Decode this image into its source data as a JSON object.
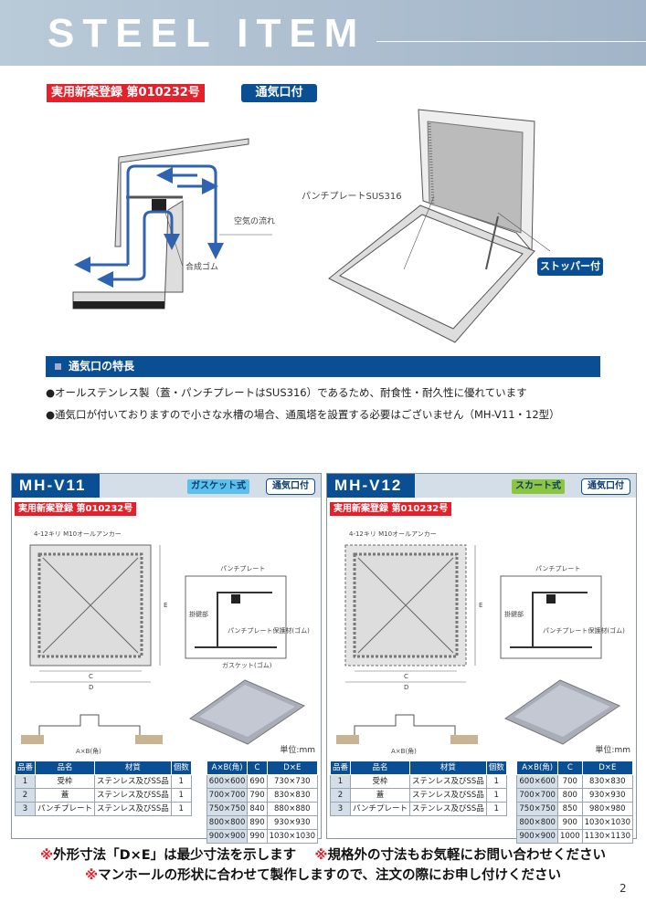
{
  "header": {
    "title": "STEEL ITEM"
  },
  "top": {
    "registration": "実用新案登録 第010232号",
    "vent_badge": "通気口付",
    "labels": {
      "punch_plate": "パンチプレートSUS316",
      "airflow": "空気の流れ",
      "rubber": "合成ゴム",
      "stopper": "ストッパー付"
    }
  },
  "features": {
    "title": "通気口の特長",
    "bullets": [
      "●オールステンレス製（蓋・パンチプレートはSUS316）であるため、耐食性・耐久性に優れています",
      "●通気口が付いておりますので小さな水槽の場合、通風塔を設置する必要はございません（MH-V11・12型）"
    ]
  },
  "products": [
    {
      "model": "MH-V11",
      "type": "ガスケット式",
      "type_color": "#5bc0eb",
      "vent": "通気口付",
      "registration": "実用新案登録 第010232号",
      "labels": {
        "anchor": "4-12キリ M10オールアンカー",
        "punch": "パンチプレート",
        "lock": "掛鍵部",
        "protect": "パンチプレート保護材(ゴム)",
        "seal": "ガスケット(ゴム)",
        "c": "C",
        "d": "D",
        "e": "E",
        "ab": "A×B(角)"
      },
      "unit": "単位:mm",
      "parts_headers": [
        "品番",
        "品名",
        "材質",
        "個数"
      ],
      "parts": [
        [
          "1",
          "受枠",
          "ステンレス及びSS品",
          "1"
        ],
        [
          "2",
          "蓋",
          "ステンレス及びSS品",
          "1"
        ],
        [
          "3",
          "パンチプレート",
          "ステンレス及びSS品",
          "1"
        ]
      ],
      "size_headers": [
        "A×B(角)",
        "C",
        "D×E"
      ],
      "sizes": [
        [
          "600×600",
          "690",
          "730×730"
        ],
        [
          "700×700",
          "790",
          "830×830"
        ],
        [
          "750×750",
          "840",
          "880×880"
        ],
        [
          "800×800",
          "890",
          "930×930"
        ],
        [
          "900×900",
          "990",
          "1030×1030"
        ]
      ]
    },
    {
      "model": "MH-V12",
      "type": "スカート式",
      "type_color": "#8cc63f",
      "vent": "通気口付",
      "registration": "実用新案登録 第010232号",
      "labels": {
        "anchor": "4-12キリ M10オールアンカー",
        "punch": "パンチプレート",
        "lock": "掛鍵部",
        "protect": "パンチプレート保護材(ゴム)",
        "seal": "",
        "c": "C",
        "d": "D",
        "e": "E",
        "ab": "A×B(角)"
      },
      "unit": "単位:mm",
      "parts_headers": [
        "品番",
        "品名",
        "材質",
        "個数"
      ],
      "parts": [
        [
          "1",
          "受枠",
          "ステンレス及びSS品",
          "1"
        ],
        [
          "2",
          "蓋",
          "ステンレス及びSS品",
          "1"
        ],
        [
          "3",
          "パンチプレート",
          "ステンレス及びSS品",
          "1"
        ]
      ],
      "size_headers": [
        "A×B(角)",
        "C",
        "D×E"
      ],
      "sizes": [
        [
          "600×600",
          "700",
          "830×830"
        ],
        [
          "700×700",
          "800",
          "930×930"
        ],
        [
          "750×750",
          "850",
          "980×980"
        ],
        [
          "800×800",
          "900",
          "1030×1030"
        ],
        [
          "900×900",
          "1000",
          "1130×1130"
        ]
      ]
    }
  ],
  "notes": {
    "line1a": "外形寸法「D×E」は最少寸法を示します",
    "line1b": "規格外の寸法もお気軽にお問い合わせください",
    "line2": "マンホールの形状に合わせて製作しますので、注文の際にお申し付けください",
    "mark": "※"
  },
  "page_number": "2"
}
